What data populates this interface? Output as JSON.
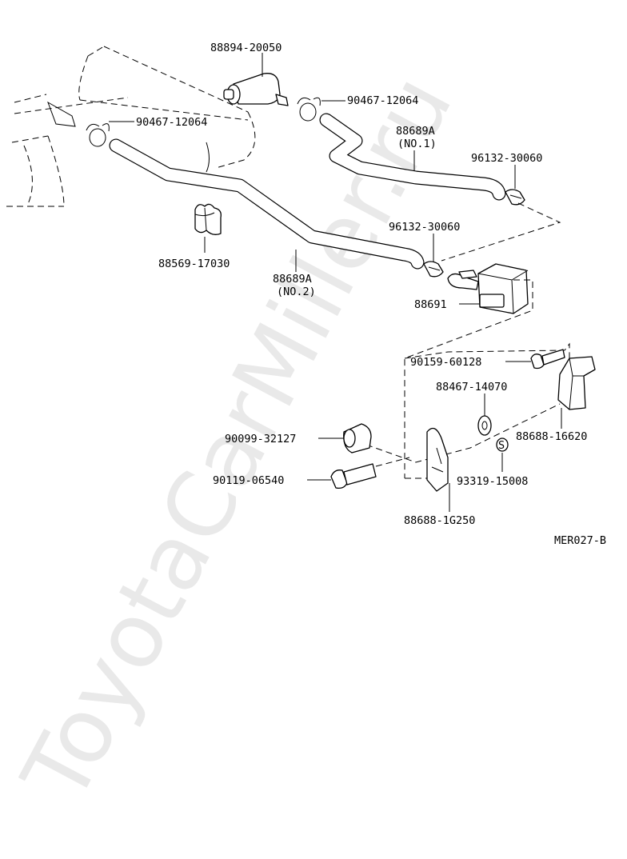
{
  "watermark": "ToyotaCarMiller.ru",
  "diagram_code": "MER027-B",
  "parts": {
    "p1": "88894-20050",
    "p2": "90467-12064",
    "p3": "90467-12064",
    "p4": "88689A",
    "p4n": "(NO.1)",
    "p5": "96132-30060",
    "p6": "96132-30060",
    "p7": "88569-17030",
    "p8": "88689A",
    "p8n": "(NO.2)",
    "p9": "88691",
    "p10": "90159-60128",
    "p11": "88467-14070",
    "p12": "88688-16620",
    "p13": "90099-32127",
    "p14": "90119-06540",
    "p15": "93319-15008",
    "p16": "88688-1G250",
    "s_mark": "S"
  }
}
